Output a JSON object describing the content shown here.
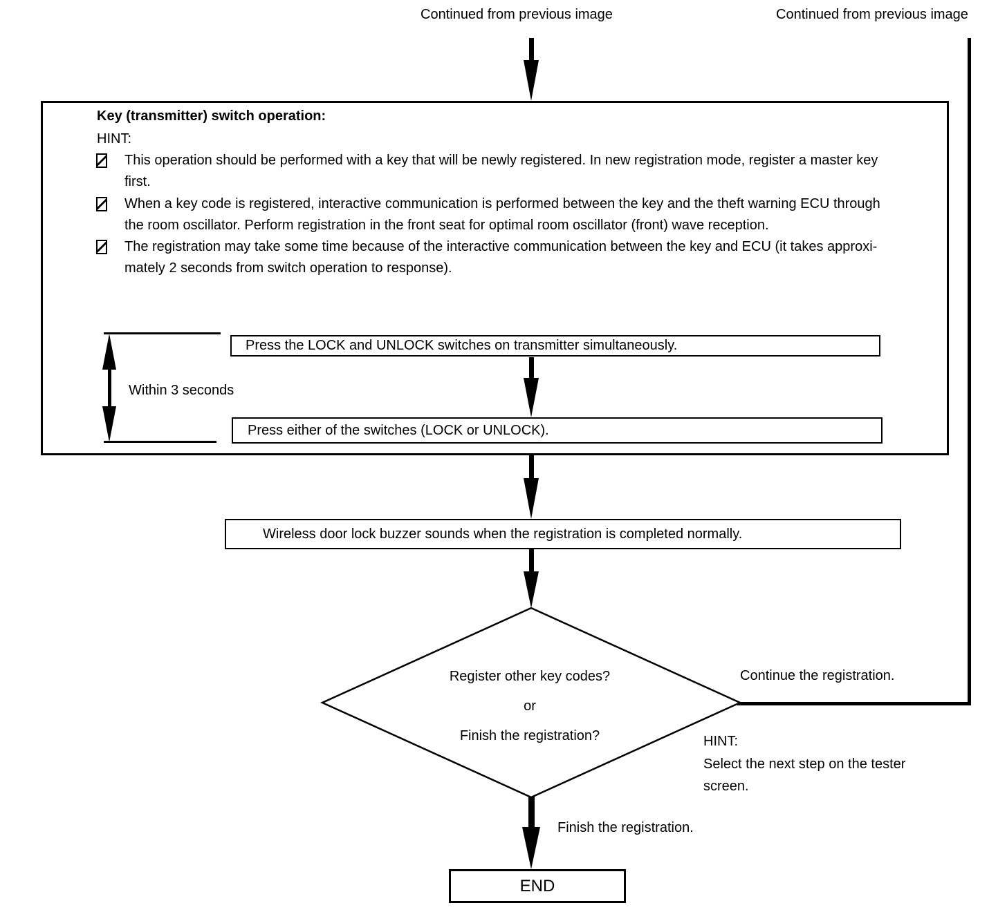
{
  "labels": {
    "continued_left": "Continued from previous image",
    "continued_right": "Continued from previous image"
  },
  "main_box": {
    "title": "Key (transmitter) switch operation:",
    "hint_label": "HINT:",
    "bullets": [
      {
        "lines": [
          "This operation should be performed with a key that will be newly registered. In new registration mode, register a master key",
          "first."
        ]
      },
      {
        "lines": [
          "When a key code is registered, interactive communication is performed between the key and the theft warning ECU through",
          "the room oscillator. Perform registration in the front seat for optimal room oscillator (front) wave reception."
        ]
      },
      {
        "lines": [
          "The registration may take some time because of the interactive communication between the key and ECU (it takes approxi-",
          "mately 2 seconds from switch operation to response)."
        ]
      }
    ],
    "timing_label": "Within 3 seconds",
    "step1": "Press the LOCK and UNLOCK switches on transmitter simultaneously.",
    "step2": "Press either of the switches (LOCK or UNLOCK)."
  },
  "buzzer_step": "Wireless door lock buzzer sounds when the registration is completed normally.",
  "decision": {
    "line1": "Register other key codes?",
    "line2": "or",
    "line3": "Finish the registration?"
  },
  "continue_branch": {
    "label": "Continue the registration.",
    "hint_label": "HINT:",
    "hint_line1": "Select the next step on the tester",
    "hint_line2": "screen."
  },
  "finish_branch": {
    "label": "Finish the registration."
  },
  "end_label": "END",
  "icons": {
    "bullet": "missing-glyph-box-icon",
    "flow_arrow": "down-arrow-icon",
    "timing_bracket": "double-headed-vertical-arrow-icon"
  },
  "colors": {
    "line": "#000000",
    "background": "#ffffff",
    "text": "#000000"
  }
}
